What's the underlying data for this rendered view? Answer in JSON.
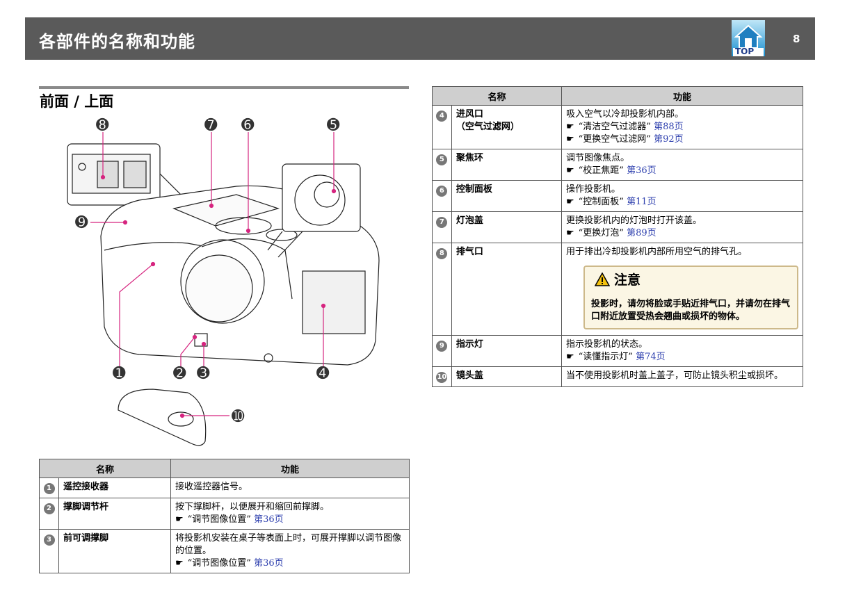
{
  "header": {
    "title": "各部件的名称和功能",
    "top_label": "TOP",
    "page_number": "8"
  },
  "section": {
    "title": "前面 / 上面"
  },
  "figure": {
    "callouts": [
      "➑",
      "➐",
      "➏",
      "➎",
      "➒",
      "➊",
      "➋",
      "➌",
      "➍",
      "➓"
    ]
  },
  "columns": {
    "name": "名称",
    "function": "功能"
  },
  "table_left": [
    {
      "num": "1",
      "name": "遥控接收器",
      "desc": "接收遥控器信号。",
      "refs": []
    },
    {
      "num": "2",
      "name": "撑脚调节杆",
      "desc": "按下撑脚杆，以便展开和缩回前撑脚。",
      "refs": [
        {
          "text": "“调节图像位置”",
          "page": "第36页"
        }
      ]
    },
    {
      "num": "3",
      "name": "前可调撑脚",
      "desc": "将投影机安装在桌子等表面上时，可展开撑脚以调节图像的位置。",
      "refs": [
        {
          "text": "“调节图像位置”",
          "page": "第36页"
        }
      ]
    }
  ],
  "table_right": [
    {
      "num": "4",
      "name": "进风口",
      "name2": "（空气过滤网）",
      "desc": "吸入空气以冷却投影机内部。",
      "refs": [
        {
          "text": "“清洁空气过滤器”",
          "page": "第88页"
        },
        {
          "text": "“更换空气过滤网”",
          "page": "第92页"
        }
      ]
    },
    {
      "num": "5",
      "name": "聚焦环",
      "desc": "调节图像焦点。",
      "refs": [
        {
          "text": "“校正焦距”",
          "page": "第36页"
        }
      ]
    },
    {
      "num": "6",
      "name": "控制面板",
      "desc": "操作投影机。",
      "refs": [
        {
          "text": "“控制面板”",
          "page": "第11页"
        }
      ]
    },
    {
      "num": "7",
      "name": "灯泡盖",
      "desc": "更换投影机内的灯泡时打开该盖。",
      "refs": [
        {
          "text": "“更换灯泡”",
          "page": "第89页"
        }
      ]
    },
    {
      "num": "8",
      "name": "排气口",
      "desc": "用于排出冷却投影机内部所用空气的排气孔。",
      "refs": []
    },
    {
      "num": "9",
      "name": "指示灯",
      "desc": "指示投影机的状态。",
      "refs": [
        {
          "text": "“读懂指示灯”",
          "page": "第74页"
        }
      ]
    },
    {
      "num": "10",
      "name": "镜头盖",
      "desc": "当不使用投影机时盖上盖子，可防止镜头积尘或损坏。",
      "refs": []
    }
  ],
  "caution": {
    "title": "注意",
    "text": "投影时，请勿将脸或手贴近排气口，并请勿在排气口附近放置受热会翘曲或损坏的物体。"
  },
  "icons": {
    "ref": "pointing-hand-icon",
    "warning": "warning-triangle-icon",
    "top": "home-icon"
  },
  "colors": {
    "header_bg": "#5a5a5a",
    "callout_line": "#d6247f",
    "link": "#2d3fae",
    "caution_bg": "#fbf6e4"
  }
}
